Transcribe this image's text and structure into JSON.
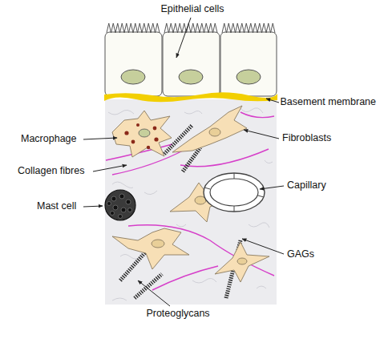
{
  "diagram": {
    "labels": [
      "Epithelial cells",
      "Basement membrane",
      "Macrophage",
      "Fibroblasts",
      "Collagen fibres",
      "Capillary",
      "Mast cell",
      "GAGs",
      "Proteoglycans"
    ]
  }
}
